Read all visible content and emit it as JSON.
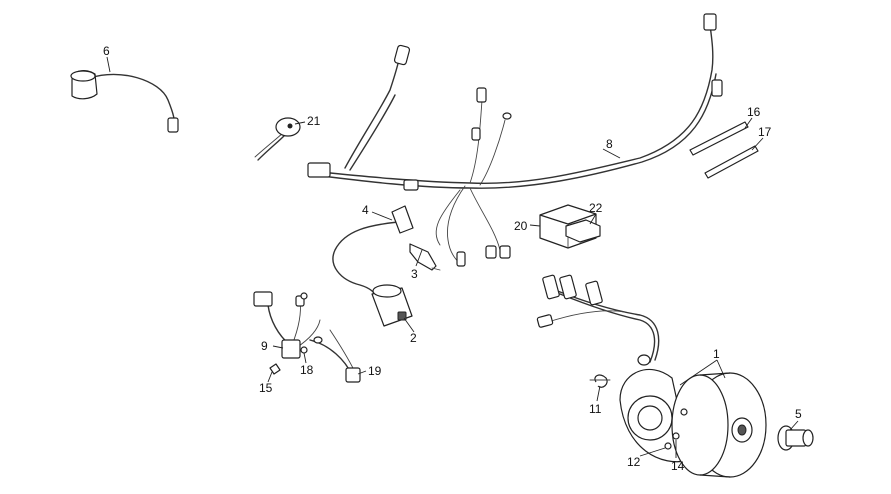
{
  "callouts": [
    {
      "id": "c1",
      "label": "1"
    },
    {
      "id": "c2",
      "label": "2"
    },
    {
      "id": "c3",
      "label": "3"
    },
    {
      "id": "c4",
      "label": "4"
    },
    {
      "id": "c5",
      "label": "5"
    },
    {
      "id": "c6",
      "label": "6"
    },
    {
      "id": "c8",
      "label": "8"
    },
    {
      "id": "c9",
      "label": "9"
    },
    {
      "id": "c11",
      "label": "11"
    },
    {
      "id": "c12",
      "label": "12"
    },
    {
      "id": "c14",
      "label": "14"
    },
    {
      "id": "c15",
      "label": "15"
    },
    {
      "id": "c16",
      "label": "16"
    },
    {
      "id": "c17",
      "label": "17"
    },
    {
      "id": "c18",
      "label": "18"
    },
    {
      "id": "c19",
      "label": "19"
    },
    {
      "id": "c20",
      "label": "20"
    },
    {
      "id": "c21",
      "label": "21"
    },
    {
      "id": "c22",
      "label": "22"
    }
  ]
}
